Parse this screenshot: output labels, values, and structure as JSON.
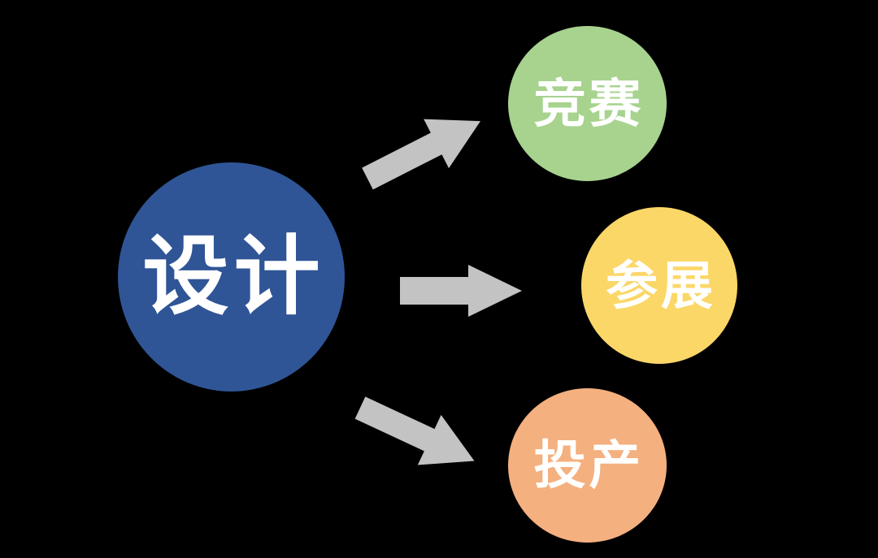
{
  "diagram": {
    "title": "design-process-flow",
    "background_color": "#000000",
    "text_color": "#FFFFFF",
    "arrow_color": "#C3C3C3",
    "center": {
      "id": "design",
      "label": "设计",
      "color": "#2F5596"
    },
    "targets": [
      {
        "id": "competition",
        "label": "竞赛",
        "color": "#A7D38E"
      },
      {
        "id": "exhibition",
        "label": "参展",
        "color": "#FBD768"
      },
      {
        "id": "production",
        "label": "投产",
        "color": "#F4B07F"
      }
    ],
    "arrows": [
      {
        "id": "arrow-to-competition",
        "direction": "up-right"
      },
      {
        "id": "arrow-to-exhibition",
        "direction": "right"
      },
      {
        "id": "arrow-to-production",
        "direction": "down-right"
      }
    ]
  }
}
